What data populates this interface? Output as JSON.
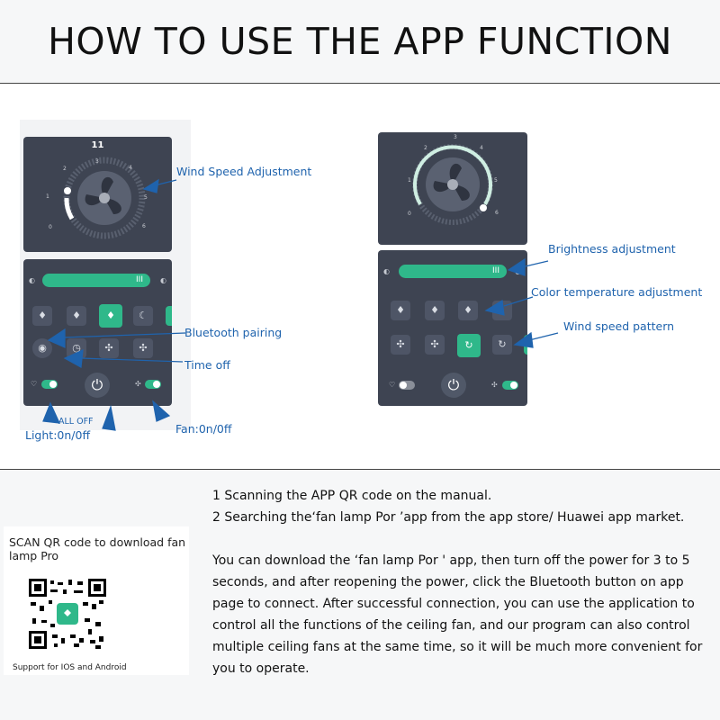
{
  "header": {
    "title": "HOW TO USE THE APP FUNCTION"
  },
  "left_phone": {
    "speed_value": "11",
    "dial_ticks": [
      "3",
      "4",
      "5",
      "6",
      "2",
      "1",
      "0"
    ],
    "slider_icon": "III",
    "icons_row1": [
      "bulb-icon",
      "bulb-icon",
      "bulb-icon",
      "moon-icon"
    ],
    "icons_row2": [
      "bluetooth-icon",
      "timer-icon",
      "fan-icon",
      "fan-icon"
    ],
    "power_symbol": "⏻"
  },
  "right_phone": {
    "dial_ticks": [
      "3",
      "4",
      "2",
      "5",
      "1",
      "6",
      "0"
    ],
    "slider_icon": "III",
    "icons_row1": [
      "bulb-icon",
      "bulb-icon",
      "bulb-icon",
      "moon-icon"
    ],
    "icons_row2": [
      "fan-icon",
      "fan-icon",
      "cycle-icon",
      "cycle-icon"
    ],
    "power_symbol": "⏻"
  },
  "annotations": {
    "wind_speed_adjustment": "Wind Speed Adjustment",
    "bluetooth_pairing": "Bluetooth pairing",
    "time_off": "Time off",
    "all_off": "ALL OFF",
    "light_onoff": "Light:0n/0ff",
    "fan_onoff": "Fan:0n/0ff",
    "brightness_adjustment": "Brightness adjustment",
    "color_temperature_adjustment": "Color temperature adjustment",
    "wind_speed_pattern": "Wind speed pattern"
  },
  "instructions": {
    "step1": "1 Scanning the APP QR code on the manual.",
    "step2": "2 Searching the‘fan lamp Por ’app from the app store/ Huawei app market.",
    "paragraph": "You can download the ‘fan lamp Por ' app, then turn off the power for 3 to 5 seconds, and after reopening the power, click the Bluetooth button on app page to connect.    After successful connection, you can use the application to control all the functions of the ceiling fan, and our program can also control multiple ceiling fans at the same time,  so it will be much more convenient for you to operate."
  },
  "qr": {
    "title": "SCAN QR code to download fan lamp Pro",
    "footer": "Support for IOS and Android"
  },
  "colors": {
    "accent": "#2fb88a",
    "phone_bg": "#3e4452",
    "label_blue": "#1f63ad"
  }
}
